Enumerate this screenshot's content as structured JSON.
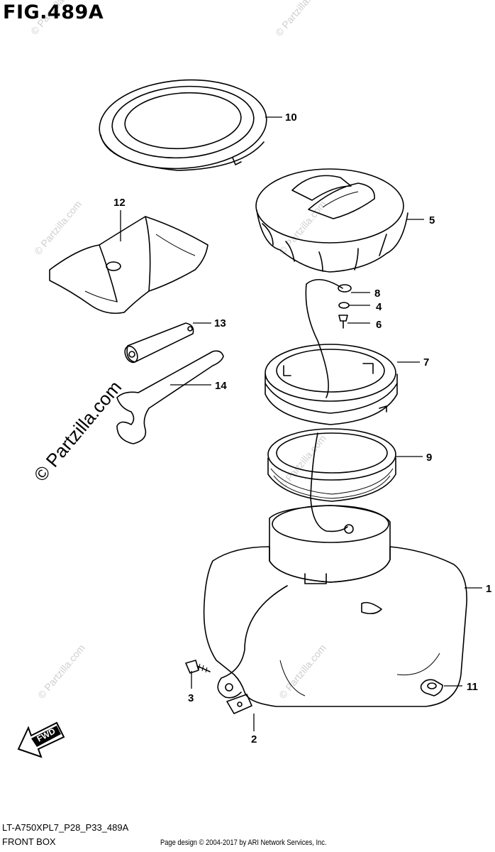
{
  "figure": {
    "title": "FIG.489A",
    "code": "LT-A750XPL7_P28_P33_489A",
    "subtitle": "FRONT BOX"
  },
  "footer": "Page design © 2004-2017 by ARI Network Services, Inc.",
  "watermark": "© Partzilla.com",
  "fwd_label": "FWD",
  "callouts": [
    "1",
    "2",
    "3",
    "4",
    "5",
    "6",
    "7",
    "8",
    "9",
    "10",
    "11",
    "12",
    "13",
    "14"
  ]
}
